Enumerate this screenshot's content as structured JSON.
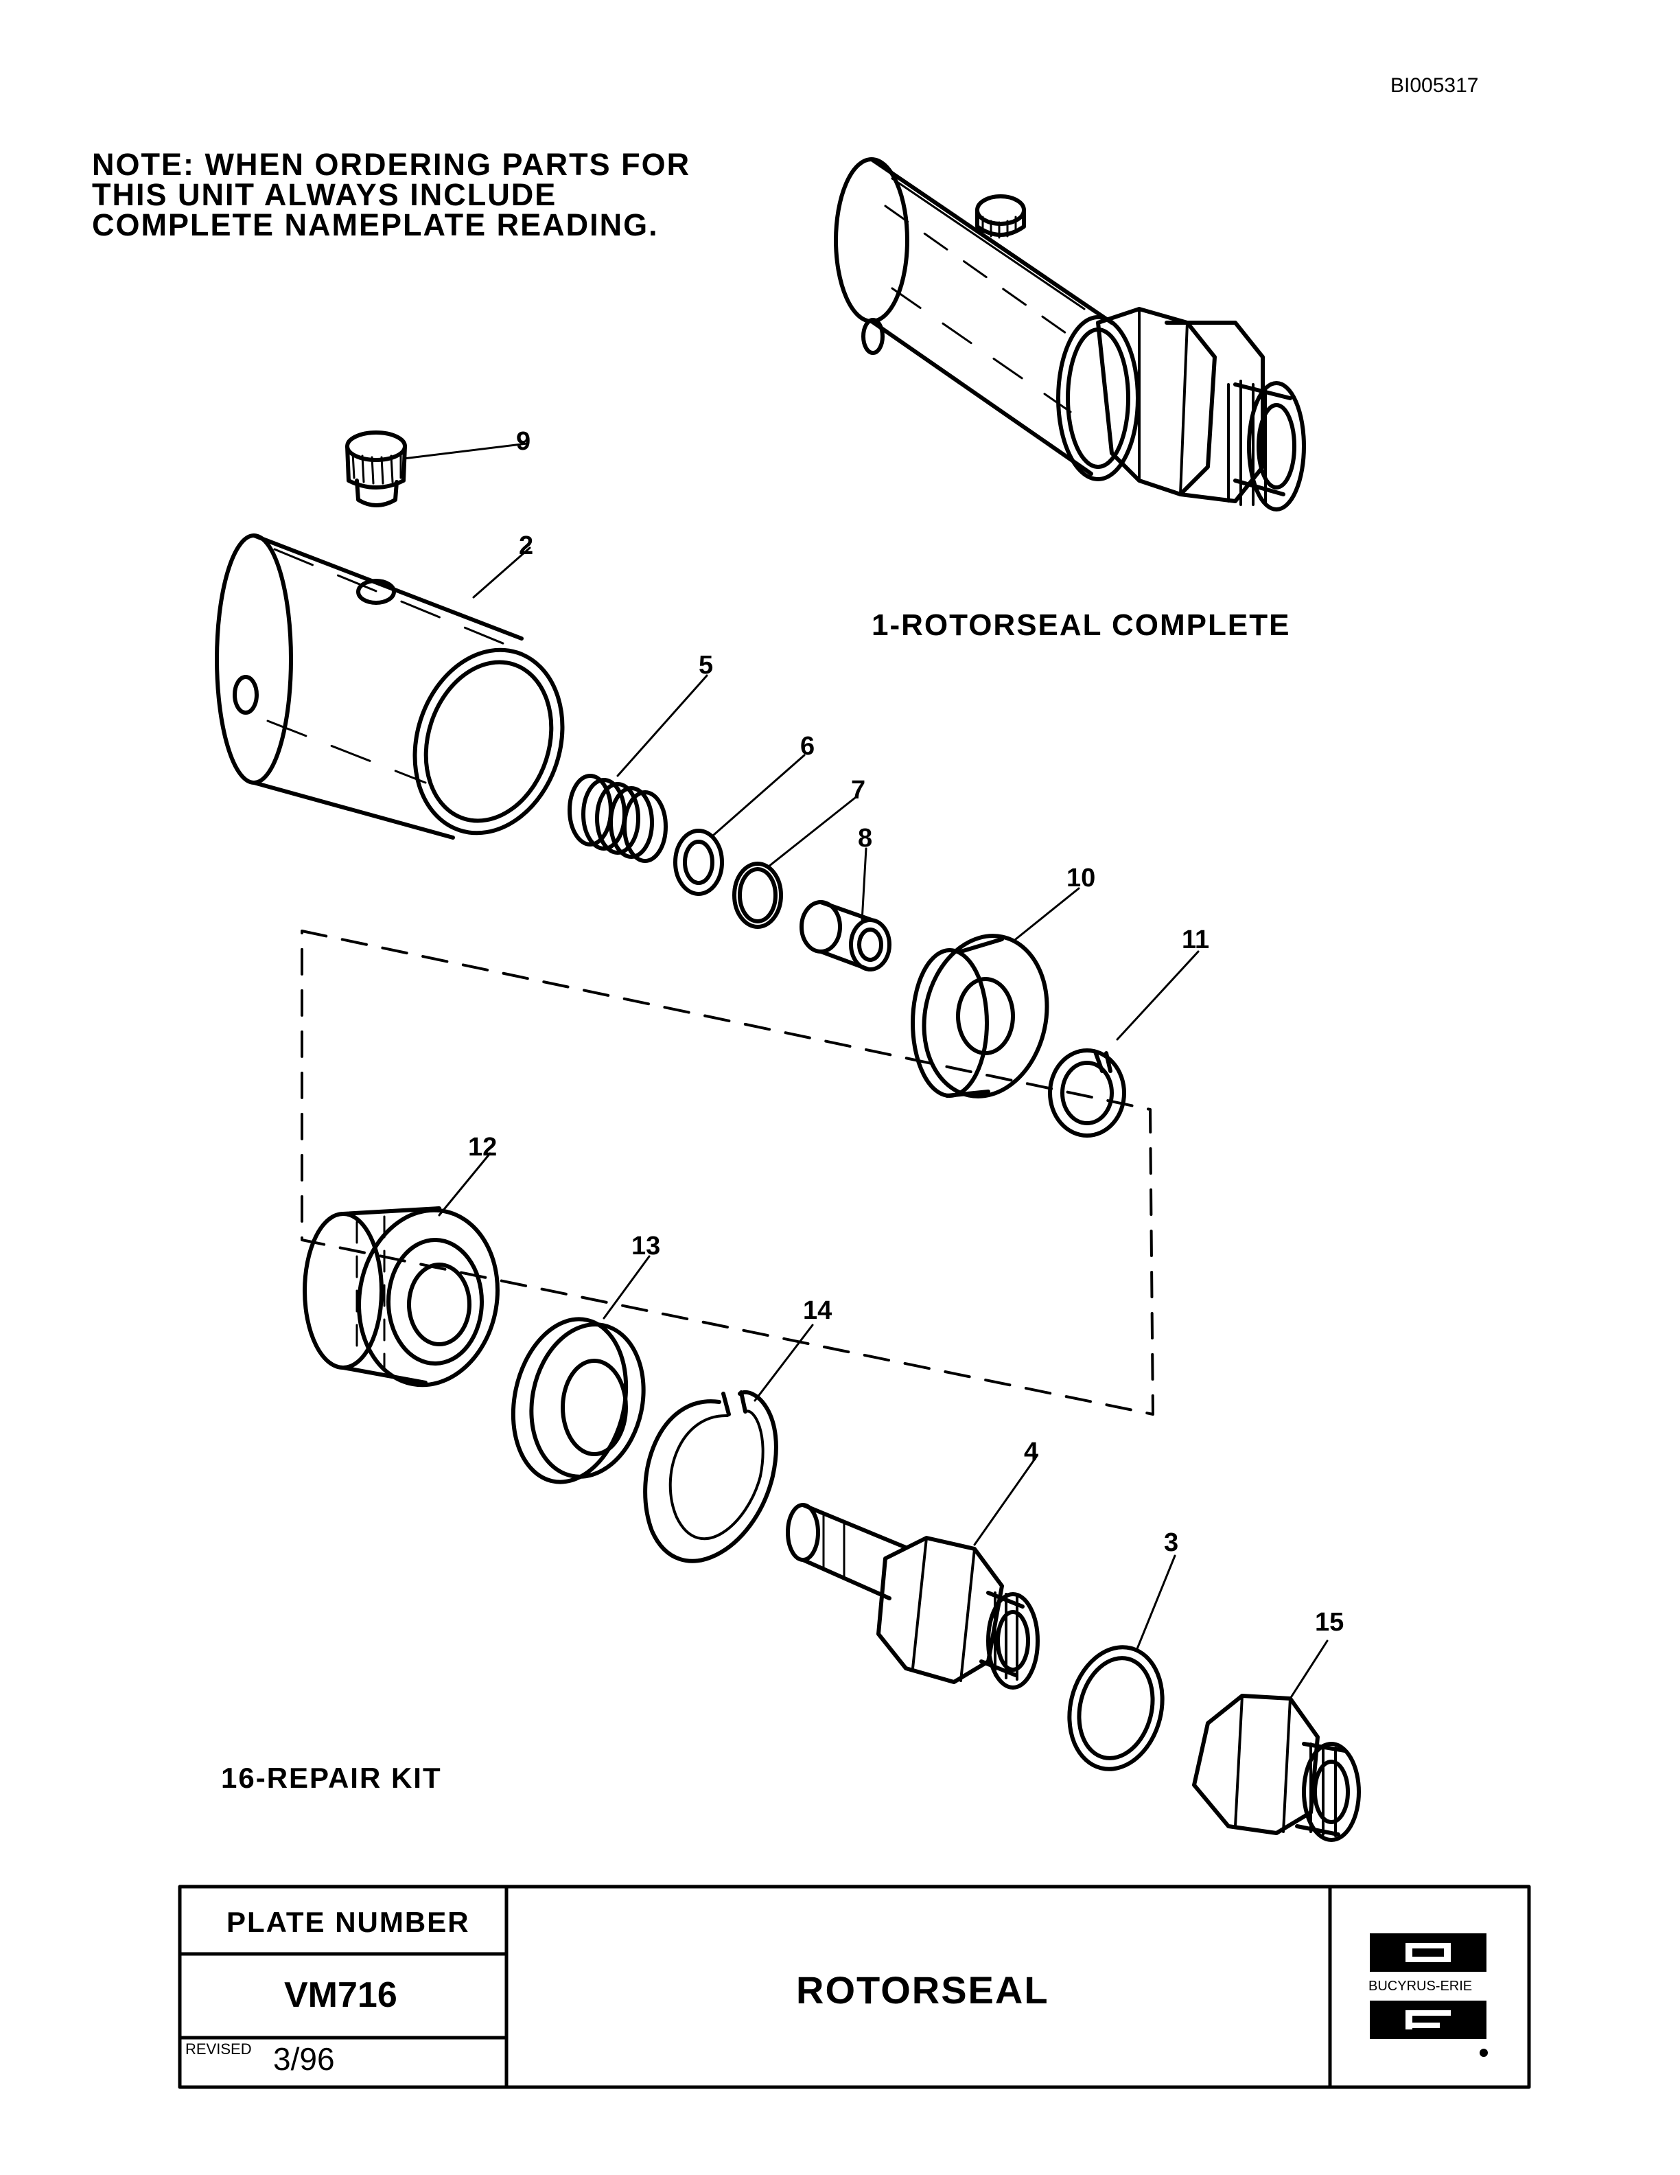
{
  "document_id": "BI005317",
  "note_lines": [
    "NOTE: WHEN ORDERING PARTS FOR",
    "THIS UNIT ALWAYS INCLUDE",
    "COMPLETE NAMEPLATE READING."
  ],
  "captions": {
    "complete": "1-ROTORSEAL COMPLETE",
    "repair_kit": "16-REPAIR KIT"
  },
  "callouts": {
    "c9": "9",
    "c2": "2",
    "c5": "5",
    "c6": "6",
    "c7": "7",
    "c8": "8",
    "c10": "10",
    "c11": "11",
    "c12": "12",
    "c13": "13",
    "c14": "14",
    "c4": "4",
    "c3": "3",
    "c15": "15"
  },
  "title_block": {
    "plate_label": "PLATE NUMBER",
    "plate_number": "VM716",
    "revised_label": "REVISED",
    "revised_date": "3/96",
    "title": "ROTORSEAL",
    "logo_text": "BUCYRUS-ERIE"
  }
}
